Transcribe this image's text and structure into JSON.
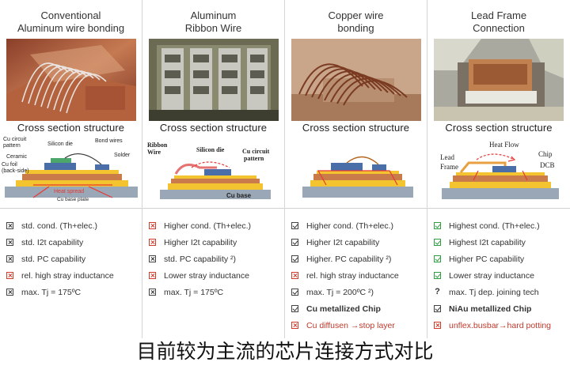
{
  "columns": [
    {
      "title_line1": "Conventional",
      "title_line2": "Aluminum wire bonding",
      "cross_section": "Cross section structure",
      "diagram_labels": {
        "cu_circuit": "Cu circuit",
        "pattern": "pattern",
        "silicon_die": "Silicon die",
        "bond_wires": "Bond wires",
        "ceramic": "Ceramic",
        "solder": "Solder",
        "cu_foil": "Cu foil",
        "back_side": "(back-side)",
        "heat_spread": "Heat spread",
        "cu_base_plate": "Cu base plate"
      },
      "features": [
        {
          "mark": "x",
          "color": "dark",
          "text": "std. cond. (Th+elec.)"
        },
        {
          "mark": "x",
          "color": "dark",
          "text": "std. I2t capability"
        },
        {
          "mark": "x",
          "color": "dark",
          "text": "std. PC capability"
        },
        {
          "mark": "x",
          "color": "red",
          "text": "rel. high stray inductance"
        },
        {
          "mark": "x",
          "color": "dark",
          "text": "max. Tj = 175ºC"
        }
      ]
    },
    {
      "title_line1": "Aluminum",
      "title_line2": "Ribbon Wire",
      "cross_section": "Cross section structure",
      "diagram_labels": {
        "ribbon": "Ribbon",
        "wire": "Wire",
        "silicon_die": "Silicon die",
        "cu_circuit": "Cu circuit",
        "pattern": "pattern",
        "cu_base": "Cu base"
      },
      "features": [
        {
          "mark": "x",
          "color": "red",
          "text": "Higher cond. (Th+elec.)"
        },
        {
          "mark": "x",
          "color": "red",
          "text": "Higher I2t capability"
        },
        {
          "mark": "x",
          "color": "dark",
          "text": "std. PC capability ²)"
        },
        {
          "mark": "x",
          "color": "red",
          "text": "Lower stray inductance"
        },
        {
          "mark": "x",
          "color": "dark",
          "text": "max. Tj = 175ºC"
        }
      ]
    },
    {
      "title_line1": "Copper wire",
      "title_line2": "bonding",
      "cross_section": "Cross section structure",
      "features": [
        {
          "mark": "c",
          "color": "dark",
          "text": "Higher cond. (Th+elec.)"
        },
        {
          "mark": "c",
          "color": "dark",
          "text": "Higher I2t capability"
        },
        {
          "mark": "c",
          "color": "dark",
          "text": "Higher. PC capability ²)"
        },
        {
          "mark": "x",
          "color": "red",
          "text": "rel. high stray inductance"
        },
        {
          "mark": "c",
          "color": "dark",
          "text": "max. Tj = 200ºC ²)"
        },
        {
          "mark": "c",
          "color": "dark",
          "text": "Cu metallized Chip",
          "bold": true
        },
        {
          "mark": "x",
          "color": "red",
          "text": "Cu diffusen →stop layer",
          "redtext": true
        }
      ]
    },
    {
      "title_line1": "Lead Frame",
      "title_line2": "Connection",
      "cross_section": "Cross section structure",
      "diagram_labels": {
        "lead": "Lead",
        "frame": "Frame",
        "heat_flow": "Heat Flow",
        "chip": "Chip",
        "dcb": "DCB"
      },
      "features": [
        {
          "mark": "c",
          "color": "green",
          "text": "Highest cond. (Th+elec.)"
        },
        {
          "mark": "c",
          "color": "green",
          "text": "Highest I2t capability"
        },
        {
          "mark": "c",
          "color": "green",
          "text": "Higher PC capability"
        },
        {
          "mark": "c",
          "color": "green",
          "text": "Lower stray inductance"
        },
        {
          "mark": "q",
          "color": "dark",
          "text": "max. Tj dep. joining tech"
        },
        {
          "mark": "c",
          "color": "dark",
          "text": "NiAu metallized Chip",
          "bold": true
        },
        {
          "mark": "x",
          "color": "red",
          "text": "unflex.busbar→hard potting",
          "redtext": true
        }
      ]
    }
  ],
  "subtitle": "目前较为主流的芯片连接方式对比"
}
